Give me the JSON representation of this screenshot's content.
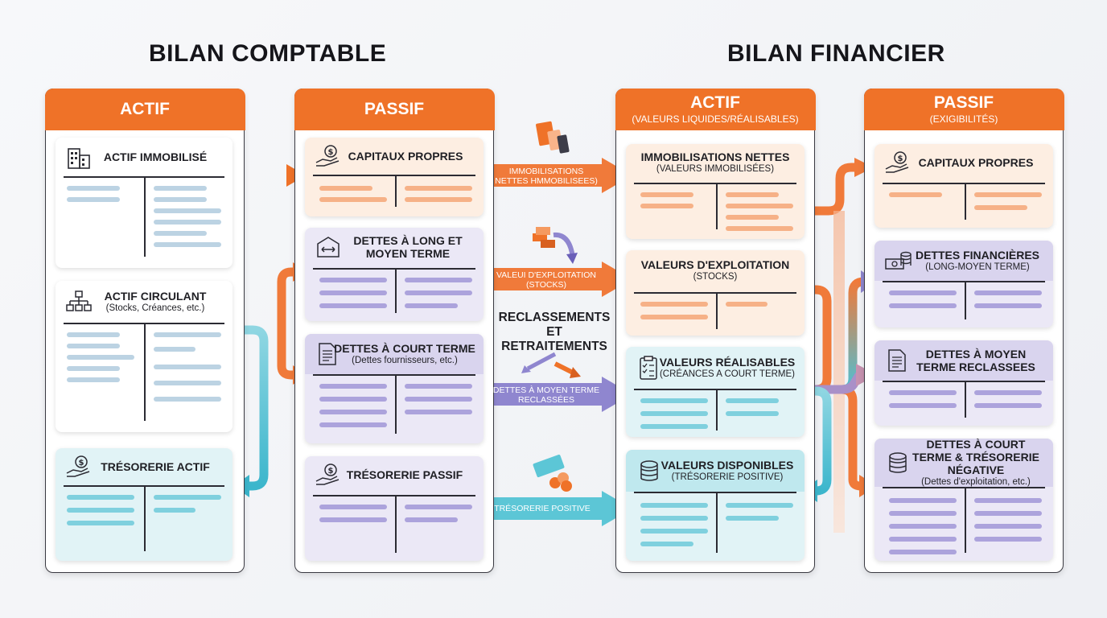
{
  "titles": {
    "left": "BILAN COMPTABLE",
    "right": "BILAN FINANCIER"
  },
  "comptable": {
    "actif": {
      "header": "ACTIF",
      "cards": [
        {
          "title": "ACTIF IMMOBILISÉ",
          "subtitle": "",
          "icon": "building-icon"
        },
        {
          "title": "ACTIF CIRCULANT",
          "subtitle": "(Stocks, Créances, etc.)",
          "icon": "hierarchy-icon"
        },
        {
          "title": "TRÉSORERIE ACTIF",
          "subtitle": "",
          "icon": "hand-coin-icon"
        }
      ]
    },
    "passif": {
      "header": "PASSIF",
      "cards": [
        {
          "title": "CAPITAUX PROPRES",
          "subtitle": "",
          "icon": "hand-coin-icon"
        },
        {
          "title": "DETTES À LONG ET MOYEN TERME",
          "subtitle": "",
          "icon": "building-arrows-icon"
        },
        {
          "title": "DETTES À COURT TERME",
          "subtitle": "(Dettes fournisseurs, etc.)",
          "icon": "document-icon"
        },
        {
          "title": "TRÉSORERIE PASSIF",
          "subtitle": "",
          "icon": "hand-coin-icon"
        }
      ]
    }
  },
  "financier": {
    "actif": {
      "header": "ACTIF",
      "header_sub": "(VALEURS LIQUIDES/RÉALISABLES)",
      "cards": [
        {
          "title": "IMMOBILISATIONS NETTES",
          "subtitle": "(VALEURS IMMOBILISÉES)",
          "icon": ""
        },
        {
          "title": "VALEURS D'EXPLOITATION",
          "subtitle": "(STOCKS)",
          "icon": ""
        },
        {
          "title": "VALEURS RÉALISABLES",
          "subtitle": "(CRÉANCES A COURT TERME)",
          "icon": "clipboard-icon"
        },
        {
          "title": "VALEURS DISPONIBLES",
          "subtitle": "(TRÉSORERIE POSITIVE)",
          "icon": "coins-icon"
        }
      ]
    },
    "passif": {
      "header": "PASSIF",
      "header_sub": "(EXIGIBILITÉS)",
      "cards": [
        {
          "title": "CAPITAUX PROPRES",
          "subtitle": "",
          "icon": "hand-coin-icon"
        },
        {
          "title": "DETTES FINANCIÈRES",
          "subtitle": "(LONG-MOYEN TERME)",
          "icon": "cash-coins-icon"
        },
        {
          "title": "DETTES À MOYEN TERME RECLASSEES",
          "subtitle": "",
          "icon": "document-icon"
        },
        {
          "title": "DETTES À COURT TERME & TRÉSORERIE NÉGATIVE",
          "subtitle": "(Dettes d'exploitation, etc.)",
          "icon": "coins-icon"
        }
      ]
    }
  },
  "middle": {
    "arrows": [
      {
        "label_line1": "IMMOBILISATIONS",
        "label_line2": "NETTES HMMOBILISEES)"
      },
      {
        "label_line1": "VALEUI D'EXPLOITATION",
        "label_line2": "(STOCKS)"
      },
      {
        "label_line1": "DETTES À MOYEN TERME",
        "label_line2": "RECLASSÉES"
      },
      {
        "label_line1": "TRÉSORERIE POSITIVE",
        "label_line2": ""
      }
    ],
    "center_label_line1": "RECLASSEMENTS",
    "center_label_line2": "ET RETRAITEMENTS"
  },
  "colors": {
    "header_orange": "#ef7228",
    "orange": "#f07a3a",
    "purple": "#8f86cf",
    "cyan": "#5cc6d6",
    "peach_fill": "#fdeee2",
    "lavender_fill": "#ebe8f6",
    "cyan_fill": "#e1f3f6"
  }
}
